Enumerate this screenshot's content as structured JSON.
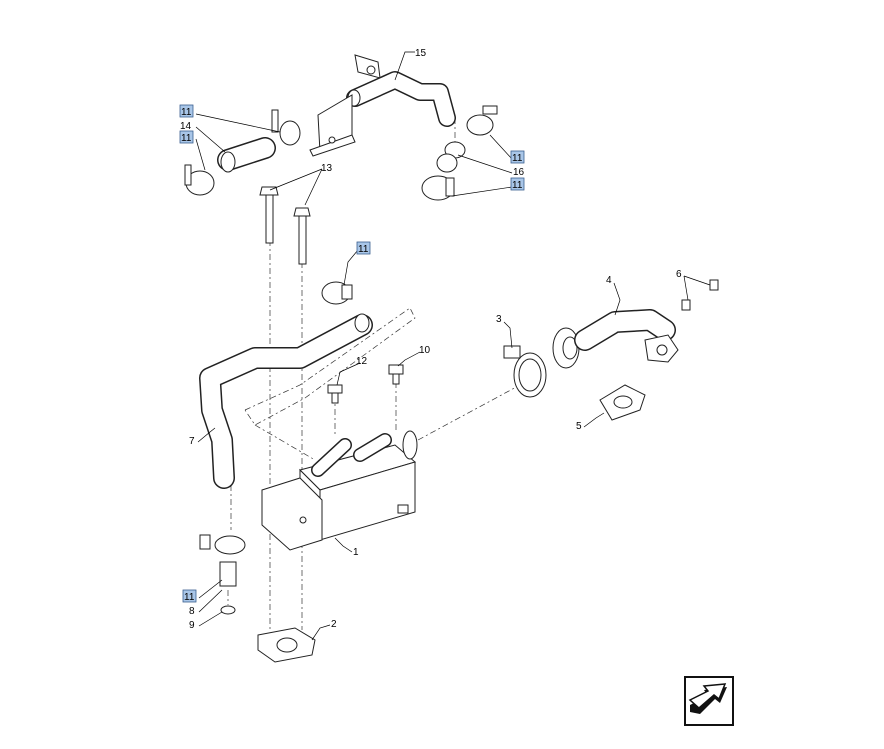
{
  "diagram": {
    "title": "EGR cooler assembly exploded view",
    "callouts": {
      "c15": "15",
      "c11a": "11",
      "c14": "14",
      "c11b": "11",
      "c13": "13",
      "c11c": "11",
      "c16": "16",
      "c11d": "11",
      "c11e": "11",
      "c4": "4",
      "c6": "6",
      "c3": "3",
      "c12": "12",
      "c10": "10",
      "c7": "7",
      "c5": "5",
      "c1": "1",
      "c11f": "11",
      "c8": "8",
      "c9": "9",
      "c2": "2"
    },
    "reference_box_color": "#a9c6e8",
    "nav_icon": "arrow-navigation-icon"
  }
}
